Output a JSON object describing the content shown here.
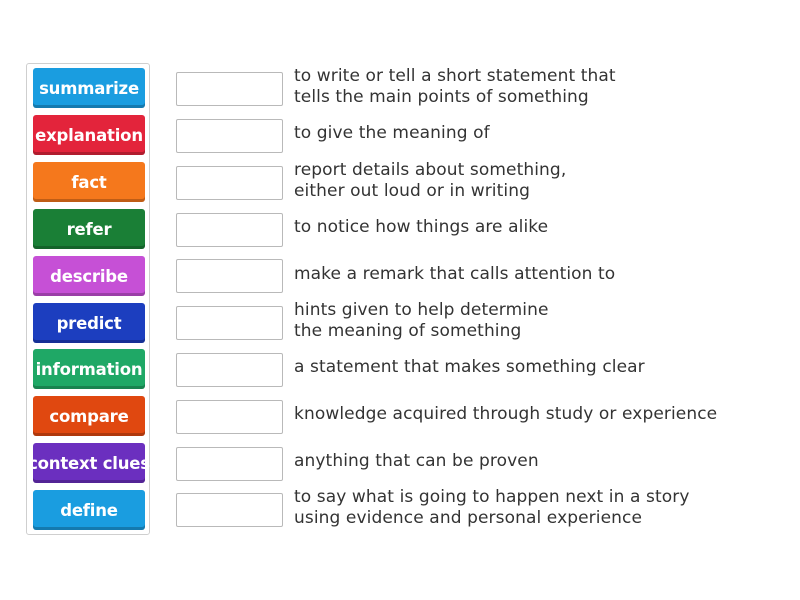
{
  "word_bank": {
    "tiles": [
      {
        "label": "summarize",
        "color": "#1a9de0"
      },
      {
        "label": "explanation",
        "color": "#e3243b"
      },
      {
        "label": "fact",
        "color": "#f5781c"
      },
      {
        "label": "refer",
        "color": "#1a7f36"
      },
      {
        "label": "describe",
        "color": "#c650d6"
      },
      {
        "label": "predict",
        "color": "#1c3ebf"
      },
      {
        "label": "information",
        "color": "#1fa866"
      },
      {
        "label": "compare",
        "color": "#e04810"
      },
      {
        "label": "context clues",
        "color": "#6b2fbf"
      },
      {
        "label": "define",
        "color": "#1a9de0"
      }
    ]
  },
  "definitions": [
    {
      "text": "to write or tell a short statement that\ntells the main points of something"
    },
    {
      "text": "to give the meaning of"
    },
    {
      "text": "report details about something,\neither out loud or in writing"
    },
    {
      "text": "to notice how things are alike"
    },
    {
      "text": "make a remark that calls attention to"
    },
    {
      "text": "hints given to help determine\nthe meaning of something"
    },
    {
      "text": "a statement that makes something clear"
    },
    {
      "text": "knowledge acquired through study or experience"
    },
    {
      "text": "anything that can be proven"
    },
    {
      "text": "to say what is going to happen next in a story\nusing evidence and personal experience"
    }
  ]
}
